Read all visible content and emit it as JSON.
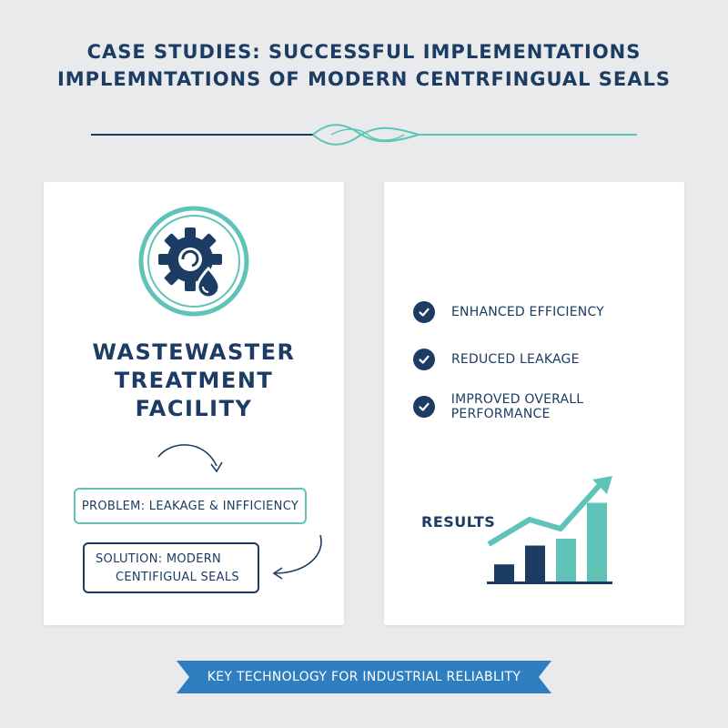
{
  "header": {
    "title_line1": "CASE STUDIES: SUCCESSFUL IMPLEMENTATIONS",
    "title_line2": "IMPLEMNTATIONS OF MODERN CENTRFINGUAL SEALS"
  },
  "left_card": {
    "emblem_icon": "gear-water-drop-icon",
    "facility_line1": "WASTEWASTER",
    "facility_line2": "TREATMENT",
    "facility_line3": "FACILITY",
    "problem": "PROBLEM: LEAKAGE & INFFICIENCY",
    "solution_line1": "SOLUTION: MODERN",
    "solution_line2": "CENTIFIGUAL SEALS"
  },
  "right_card": {
    "benefits": [
      {
        "label": "ENHANCED EFFICIENCY"
      },
      {
        "label": "REDUCED LEAKAGE"
      },
      {
        "label": "IMPROVED OVERALL PERFORMANCE"
      }
    ],
    "results_label": "RESULTS",
    "results_bars": [
      0.2,
      0.42,
      0.5,
      0.92
    ],
    "results_trend": [
      0.35,
      0.62,
      0.52,
      1.0
    ]
  },
  "footer": {
    "banner": "KEY TECHNOLOGY FOR INDUSTRIAL RELIABLITY"
  },
  "colors": {
    "navy": "#1d3c64",
    "teal": "#5fc4b7",
    "ribbon": "#2f7fc0",
    "background": "#e9eaeb"
  }
}
